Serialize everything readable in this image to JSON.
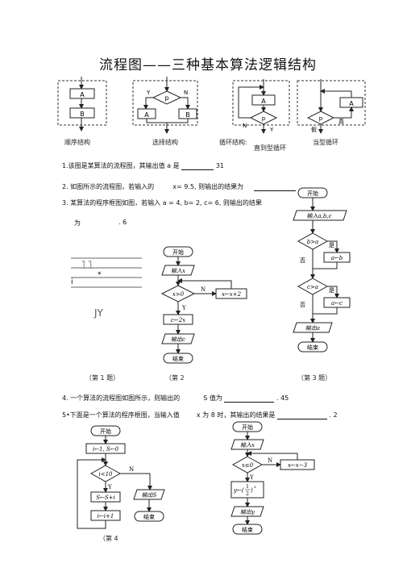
{
  "title": "流程图——三种基本算法逻辑结构",
  "structures": {
    "seq_caption": "顺序结构",
    "sel_caption": "选择结构",
    "loop_caption": "循环结构:",
    "while_caption": "直到型循环",
    "until_caption": "当型循环",
    "A": "A",
    "B": "B",
    "p": "p",
    "Y": "Y",
    "N": "N",
    "jia": "假",
    "zhen": "真"
  },
  "questions": {
    "q1": "1.该图是某算法的流程图，其输出值 a 是",
    "q1_ans": "31",
    "q2": "2. 如图所示的流程图，若输入的",
    "q2_mid": "x=  9.5, 则输出的结果为",
    "q3": "3. 某算法的程序框图如图，若输入  a = 4,  b= 2,  c= 6, 则输出的结果",
    "q3_wei": "为",
    "q3_ans": ". 6",
    "q4": "4. 一个算法的流程图如图所示，则输出的",
    "q4_mid": "S 值为",
    "q4_ans": ".  45",
    "q5": "5•下面是一个算法的程序框图，当输入值",
    "q5_mid": "x 为 8 时，其输出的结果是",
    "q5_ans": ".  2"
  },
  "fig1": {
    "num": "11",
    "star": "*",
    "i": "i",
    "jy": "JY"
  },
  "fig2": {
    "start": "开始",
    "input": "输入x",
    "cond": "x>0",
    "N": "N",
    "Y": "Y",
    "assign_n": "x←x+2",
    "assign_y": "c←2x",
    "output": "输出c",
    "end": "结束"
  },
  "fig3": {
    "start": "开始",
    "input": "输入a,b,c",
    "cond1": "b>a",
    "yes": "是",
    "no": "否",
    "assign1": "a←b",
    "cond2": "c>a",
    "assign2": "a←c",
    "output": "输出a",
    "end": "结束"
  },
  "fig4": {
    "start": "开始",
    "init": "i←1, S←0",
    "cond": "i<10",
    "N": "N",
    "Y": "Y",
    "sum": "S←S+i",
    "inc": "i←i+1",
    "output": "输出S",
    "end": "结束"
  },
  "fig5": {
    "start": "开始",
    "input": "输入x",
    "cond": "x≤0",
    "N": "N",
    "Y": "Y",
    "assign": "x←x−3",
    "formula_y": "y←(",
    "formula_frac": "1",
    "formula_den": "2",
    "formula_tail": ")",
    "formula_exp": "x",
    "output": "输出y",
    "end": "结束"
  },
  "captions": {
    "c1": "（第 1 题）",
    "c2": "（第 2",
    "c3": "（第 3 题）",
    "c4": "（第 4"
  }
}
